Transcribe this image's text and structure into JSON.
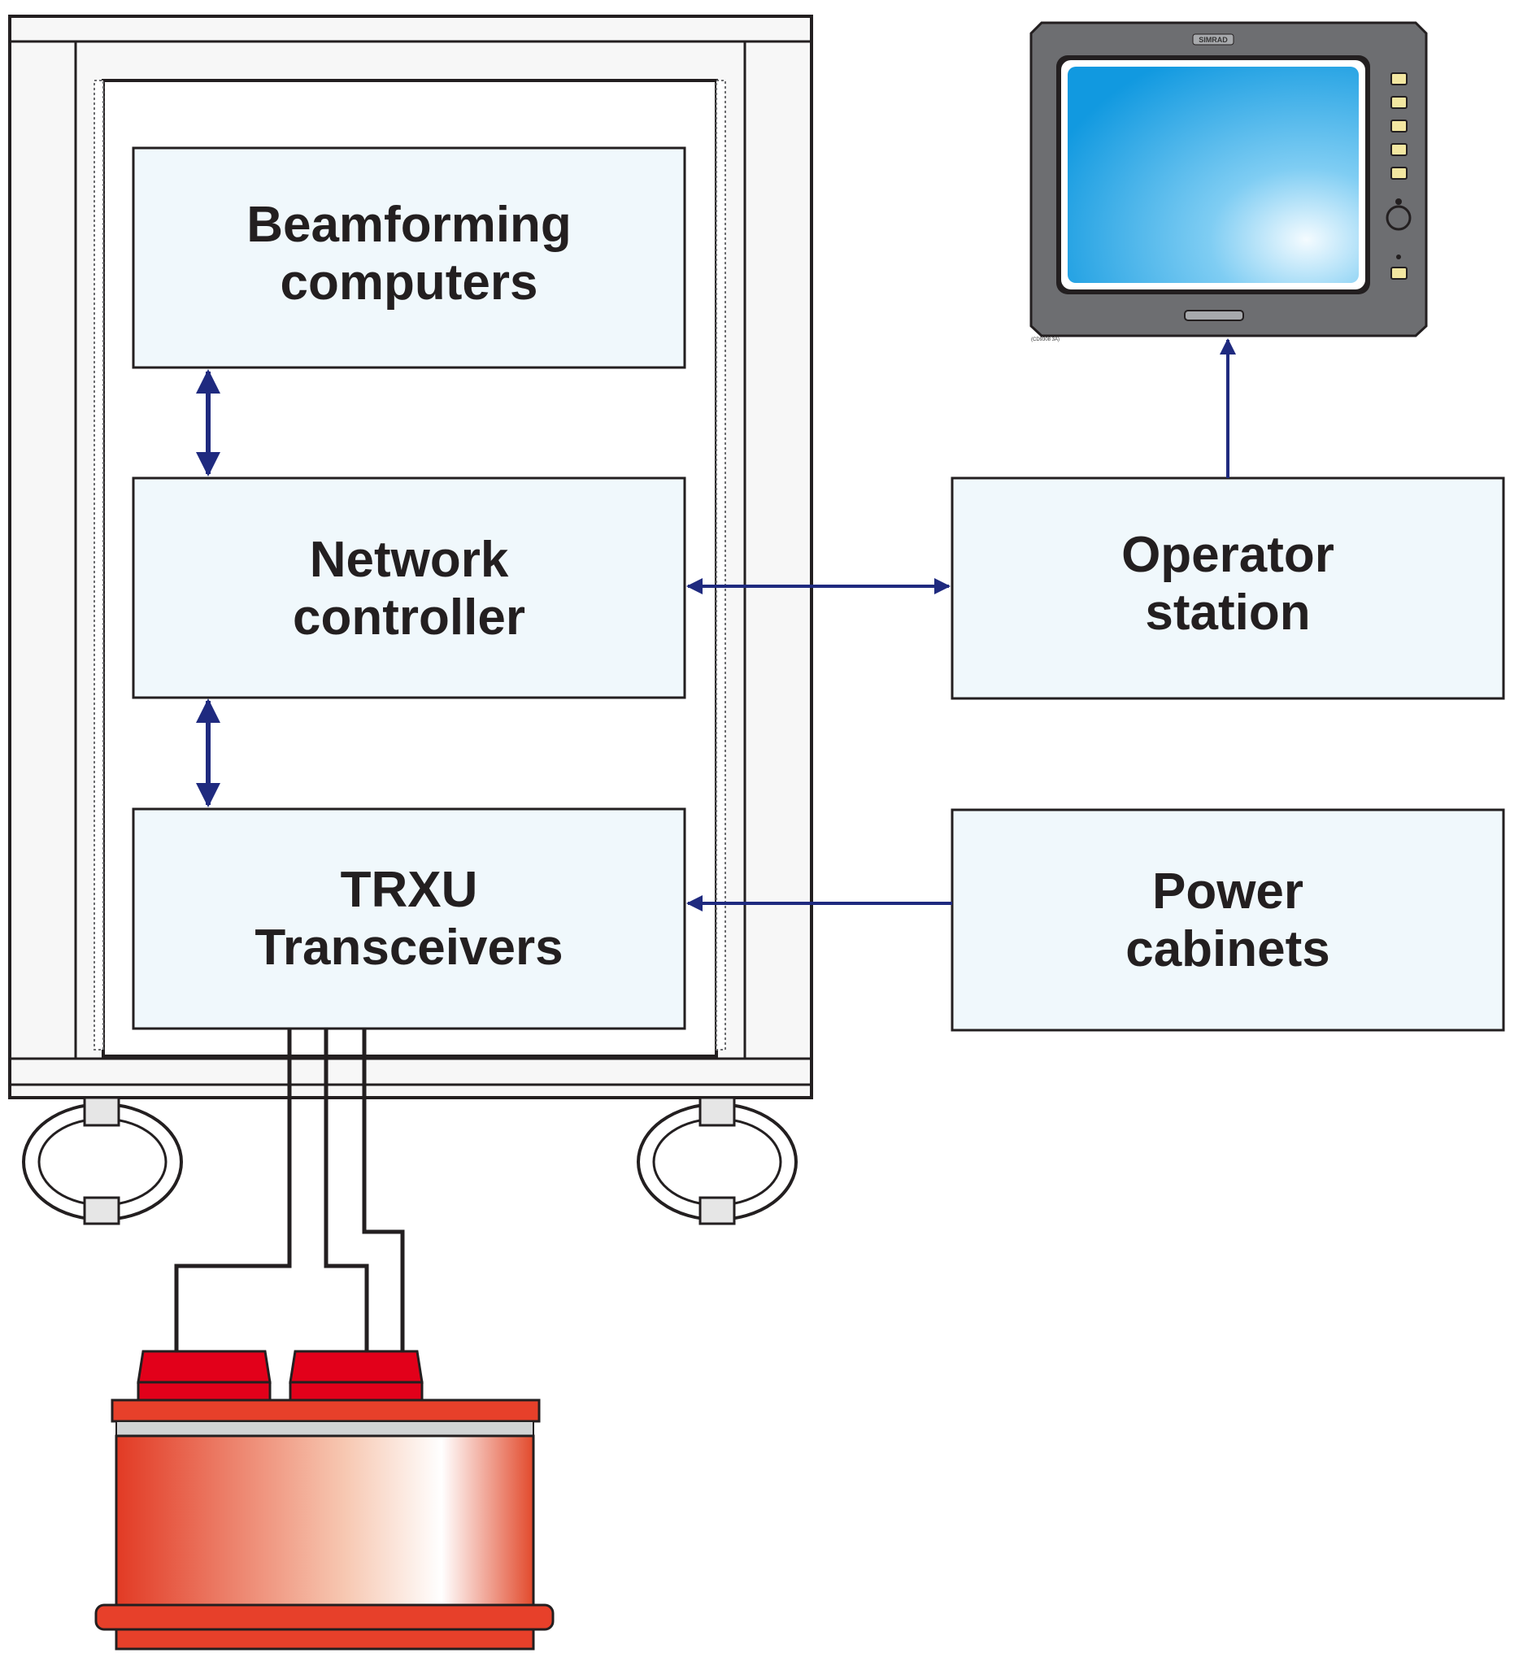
{
  "boxes": {
    "beamforming": {
      "line1": "Beamforming",
      "line2": "computers"
    },
    "network": {
      "line1": "Network",
      "line2": "controller"
    },
    "trxu": {
      "line1": "TRXU",
      "line2": "Transceivers"
    },
    "operator": {
      "line1": "Operator",
      "line2": "station"
    },
    "power": {
      "line1": "Power",
      "line2": "cabinets"
    }
  },
  "monitor": {
    "brand": "SIMRAD",
    "code": "(CD9308 3A)"
  },
  "colors": {
    "box_fill": "#f0f8fc",
    "arrow": "#1f2a7f",
    "cabinet_fill": "#f7f7f7",
    "transducer_red": "#e2231a",
    "screen_blue": "#1aa3e8",
    "monitor_bezel": "#6d6e71"
  }
}
